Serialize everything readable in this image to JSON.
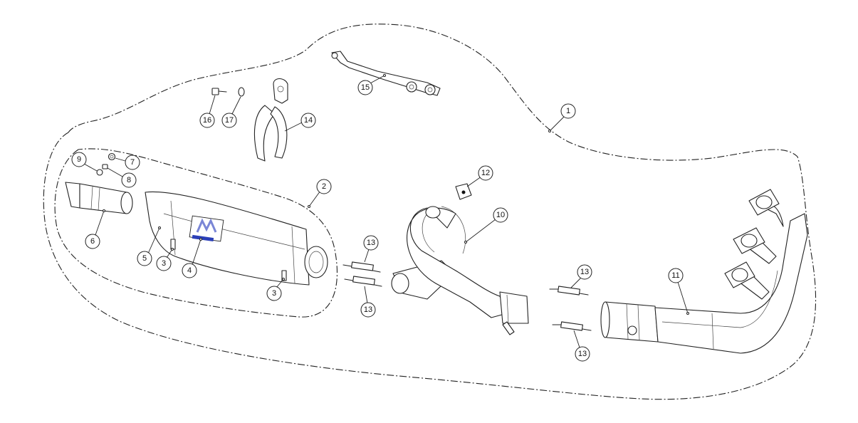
{
  "callouts": [
    {
      "label": "1"
    },
    {
      "label": "2"
    },
    {
      "label": "3"
    },
    {
      "label": "3"
    },
    {
      "label": "4"
    },
    {
      "label": "5"
    },
    {
      "label": "6"
    },
    {
      "label": "7"
    },
    {
      "label": "8"
    },
    {
      "label": "9"
    },
    {
      "label": "10"
    },
    {
      "label": "11"
    },
    {
      "label": "12"
    },
    {
      "label": "13"
    },
    {
      "label": "13"
    },
    {
      "label": "13"
    },
    {
      "label": "13"
    },
    {
      "label": "14"
    },
    {
      "label": "15"
    },
    {
      "label": "16"
    },
    {
      "label": "17"
    }
  ],
  "colors": {
    "line": "#222222",
    "logo_accent": "#2b3fb8"
  }
}
